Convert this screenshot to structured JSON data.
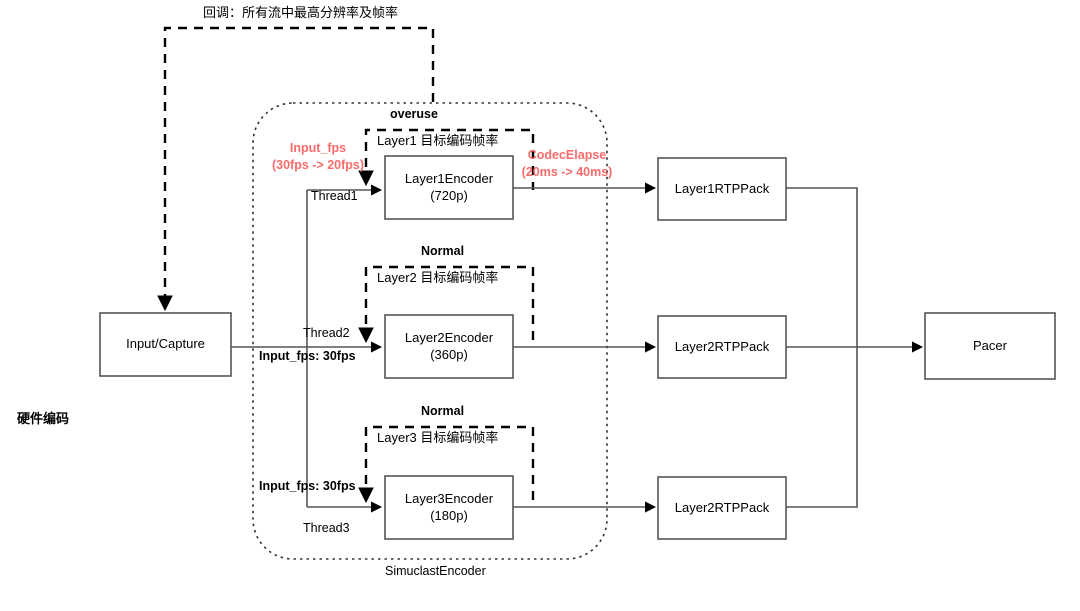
{
  "diagram": {
    "title_note": "回调：所有流中最高分辨率及帧率",
    "hardware_label": "硬件编码",
    "container_label": "SimuclastEncoder",
    "nodes": {
      "input_capture": "Input/Capture",
      "encoder1": "Layer1Encoder",
      "encoder1_res": "(720p)",
      "encoder2": "Layer2Encoder",
      "encoder2_res": "(360p)",
      "encoder3": "Layer3Encoder",
      "encoder3_res": "(180p)",
      "rtp1": "Layer1RTPPack",
      "rtp2": "Layer2RTPPack",
      "rtp3": "Layer2RTPPack",
      "pacer": "Pacer"
    },
    "threads": {
      "thread1": "Thread1",
      "thread2": "Thread2",
      "thread3": "Thread3"
    },
    "fps_labels": {
      "thread2_fps": "Input_fps: 30fps",
      "thread3_fps": "Input_fps: 30fps"
    },
    "states": {
      "layer1": "overuse",
      "layer2": "Normal",
      "layer3": "Normal"
    },
    "target_rates": {
      "layer1": "Layer1 目标编码帧率",
      "layer2": "Layer2 目标编码帧率",
      "layer3": "Layer3 目标编码帧率"
    },
    "annotations": {
      "input_fps_name": "Input_fps",
      "input_fps_value": "(30fps -> 20fps)",
      "codec_elapse_name": "CodecElapse",
      "codec_elapse_value": "(20ms -> 40ms)"
    },
    "colors": {
      "accent_red": "#fa6b6b",
      "stroke": "#555555",
      "dash": "#000000"
    }
  }
}
